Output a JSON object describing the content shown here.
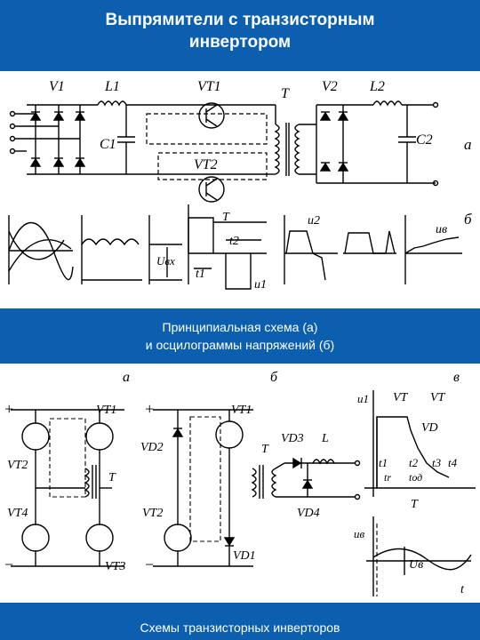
{
  "header": {
    "line1": "Выпрямители с транзисторным",
    "line2": "инвертором"
  },
  "caption_mid": {
    "line1": "Принципиальная схема (а)",
    "line2": "и осцилограммы напряжений (б)"
  },
  "caption_bottom": {
    "text": "Схемы транзисторных инверторов"
  },
  "top_labels": {
    "v1": "V1",
    "l1": "L1",
    "vt1": "VT1",
    "t": "T",
    "v2": "V2",
    "l2": "L2",
    "c1": "C1",
    "c2": "C2",
    "vt2": "VT2",
    "a": "a",
    "b": "б",
    "t_period": "T",
    "t2": "t2",
    "t1": "t1",
    "ubx": "Uвх",
    "u1": "u1",
    "u2": "u2",
    "ub": "uв"
  },
  "bottom_labels": {
    "a": "а",
    "b": "б",
    "v": "в",
    "vt1": "VT1",
    "vt2": "VT2",
    "vt4": "VT4",
    "vt3": "VT3",
    "t": "T",
    "vt1b": "VT1",
    "vd2": "VD2",
    "tb": "T",
    "vt2b": "VT2",
    "vd1": "VD1",
    "vd3": "VD3",
    "l": "L",
    "vd4": "VD4",
    "u1": "u1",
    "vt": "VT",
    "vt_r": "VT",
    "vd": "VD",
    "t1": "t1",
    "t2": "t2",
    "t3": "t3",
    "t4": "t4",
    "tr": "tr",
    "tod": "tод",
    "tper": "T",
    "ub": "uв",
    "ub_big": "Uв",
    "time": "t",
    "plus1": "+",
    "minus1": "−",
    "plus2": "+",
    "minus2": "−"
  }
}
